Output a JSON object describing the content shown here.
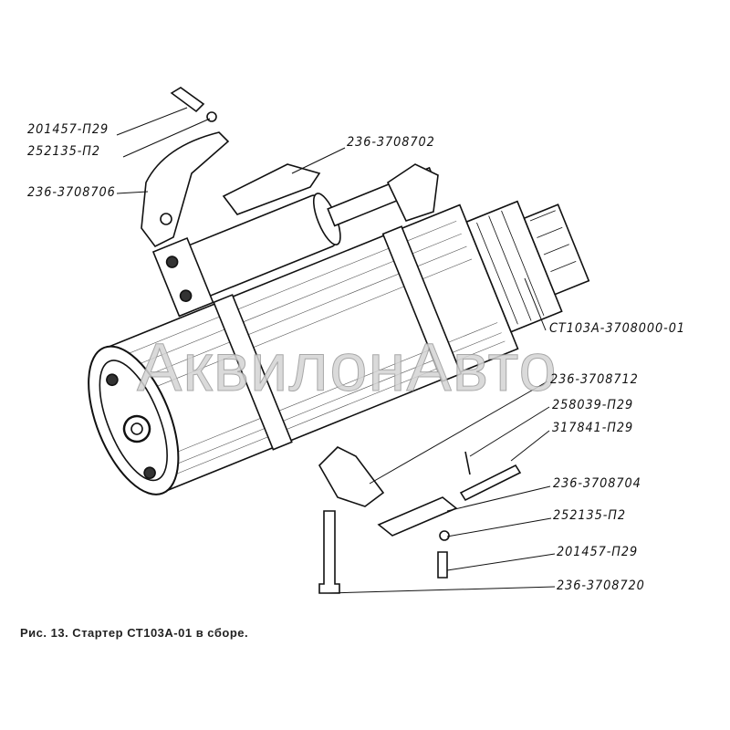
{
  "watermark": "АквилонАвто",
  "caption": "Рис. 13. Стартер СТ103А-01 в сборе.",
  "callouts": [
    {
      "id": "c1",
      "text": "201457-П29"
    },
    {
      "id": "c2",
      "text": "252135-П2"
    },
    {
      "id": "c3",
      "text": "236-3708706"
    },
    {
      "id": "c4",
      "text": "236-3708702"
    },
    {
      "id": "c5",
      "text": "СТ103А-3708000-01"
    },
    {
      "id": "c6",
      "text": "236-3708712"
    },
    {
      "id": "c7",
      "text": "258039-П29"
    },
    {
      "id": "c8",
      "text": "317841-П29"
    },
    {
      "id": "c9",
      "text": "236-3708704"
    },
    {
      "id": "c10",
      "text": "252135-П2"
    },
    {
      "id": "c11",
      "text": "201457-П29"
    },
    {
      "id": "c12",
      "text": "236-3708720"
    }
  ]
}
